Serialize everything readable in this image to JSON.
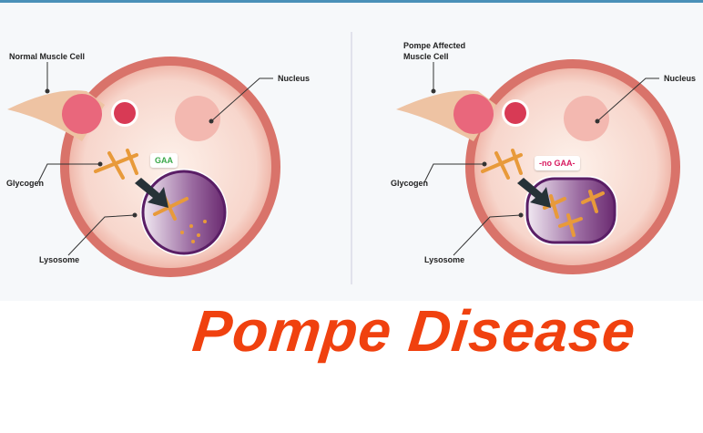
{
  "left_panel": {
    "title": "Normal Muscle Cell",
    "nucleus_label": "Nucleus",
    "glycogen_label": "Glycogen",
    "lysosome_label": "Lysosome",
    "enzyme_tag": "GAA"
  },
  "right_panel": {
    "title_line1": "Pompe Affected",
    "title_line2": "Muscle Cell",
    "nucleus_label": "Nucleus",
    "glycogen_label": "Glycogen",
    "lysosome_label": "Lysosome",
    "enzyme_tag": "-no GAA-"
  },
  "heading": "Pompe Disease",
  "colors": {
    "title": "#f0410f",
    "gaa": "#3aa84a",
    "no_gaa": "#d81b60"
  }
}
